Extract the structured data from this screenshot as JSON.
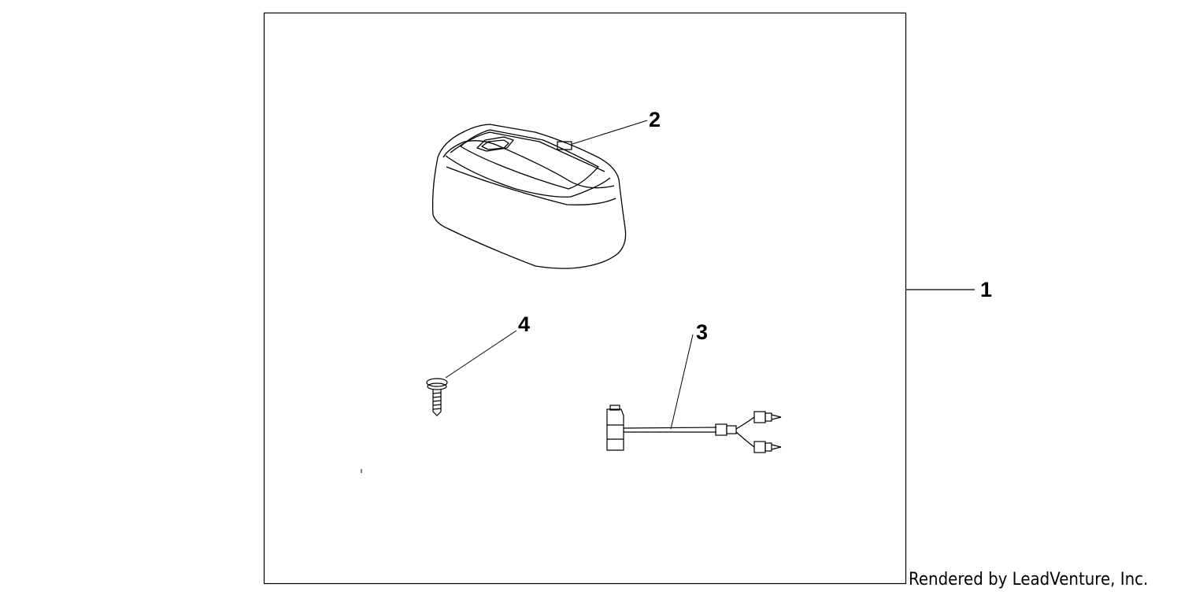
{
  "callouts": {
    "assembly": "1",
    "housing": "2",
    "harness": "3",
    "screw": "4"
  },
  "credit": "Rendered by LeadVenture, Inc.",
  "colors": {
    "line": "#000000",
    "background": "#ffffff"
  }
}
